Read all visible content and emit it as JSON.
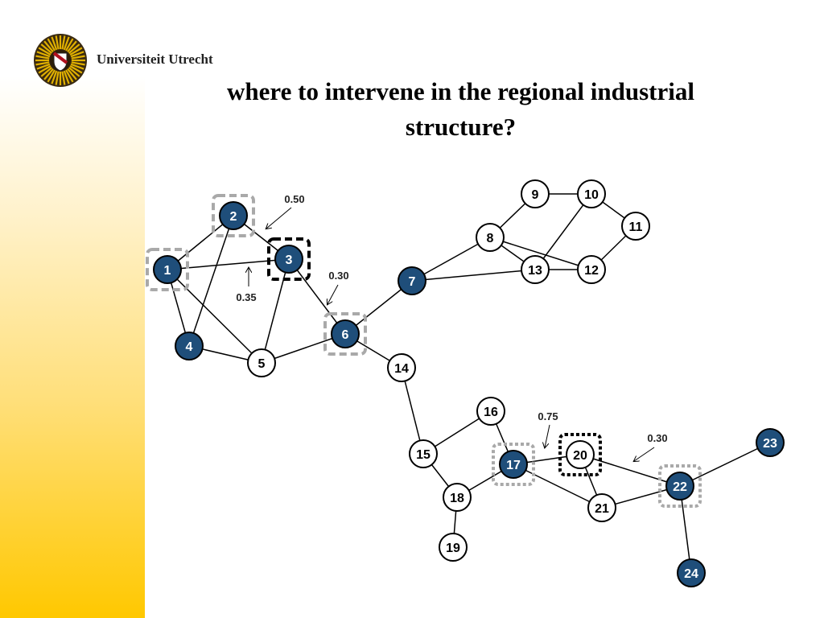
{
  "header": {
    "university_name": "Universiteit Utrecht",
    "title_line1": "where to intervene in the regional industrial",
    "title_line2": "structure?"
  },
  "colors": {
    "filled_node": "#1f4e7a",
    "node_outline": "#000000",
    "gray_box": "#a9a9a9",
    "black_box": "#000000",
    "logo_gold": "#e0b000",
    "logo_red": "#b0101e"
  },
  "diagram": {
    "nodes": [
      {
        "id": "1",
        "filled": true
      },
      {
        "id": "2",
        "filled": true
      },
      {
        "id": "3",
        "filled": true
      },
      {
        "id": "4",
        "filled": true
      },
      {
        "id": "5",
        "filled": false
      },
      {
        "id": "6",
        "filled": true
      },
      {
        "id": "7",
        "filled": true
      },
      {
        "id": "8",
        "filled": false
      },
      {
        "id": "9",
        "filled": false
      },
      {
        "id": "10",
        "filled": false
      },
      {
        "id": "11",
        "filled": false
      },
      {
        "id": "12",
        "filled": false
      },
      {
        "id": "13",
        "filled": false
      },
      {
        "id": "14",
        "filled": false
      },
      {
        "id": "15",
        "filled": false
      },
      {
        "id": "16",
        "filled": false
      },
      {
        "id": "17",
        "filled": true
      },
      {
        "id": "18",
        "filled": false
      },
      {
        "id": "19",
        "filled": false
      },
      {
        "id": "20",
        "filled": false
      },
      {
        "id": "21",
        "filled": false
      },
      {
        "id": "22",
        "filled": true
      },
      {
        "id": "23",
        "filled": true
      },
      {
        "id": "24",
        "filled": true
      }
    ],
    "edges": [
      [
        "1",
        "2"
      ],
      [
        "1",
        "3"
      ],
      [
        "1",
        "4"
      ],
      [
        "1",
        "5"
      ],
      [
        "2",
        "3"
      ],
      [
        "2",
        "4"
      ],
      [
        "3",
        "5"
      ],
      [
        "3",
        "6"
      ],
      [
        "4",
        "5"
      ],
      [
        "5",
        "6"
      ],
      [
        "6",
        "7"
      ],
      [
        "6",
        "14"
      ],
      [
        "7",
        "8"
      ],
      [
        "7",
        "13"
      ],
      [
        "8",
        "9"
      ],
      [
        "8",
        "13"
      ],
      [
        "8",
        "12"
      ],
      [
        "9",
        "10"
      ],
      [
        "10",
        "11"
      ],
      [
        "10",
        "13"
      ],
      [
        "11",
        "12"
      ],
      [
        "12",
        "13"
      ],
      [
        "14",
        "15"
      ],
      [
        "15",
        "16"
      ],
      [
        "15",
        "18"
      ],
      [
        "16",
        "17"
      ],
      [
        "17",
        "18"
      ],
      [
        "17",
        "20"
      ],
      [
        "17",
        "21"
      ],
      [
        "18",
        "19"
      ],
      [
        "20",
        "21"
      ],
      [
        "20",
        "22"
      ],
      [
        "21",
        "22"
      ],
      [
        "22",
        "23"
      ],
      [
        "22",
        "24"
      ]
    ],
    "highlight_boxes": [
      {
        "node": "1",
        "style": "gray-dashed"
      },
      {
        "node": "2",
        "style": "gray-dashed"
      },
      {
        "node": "3",
        "style": "black-dashed"
      },
      {
        "node": "6",
        "style": "gray-dashed"
      },
      {
        "node": "17",
        "style": "gray-dotted"
      },
      {
        "node": "20",
        "style": "black-dotted"
      },
      {
        "node": "22",
        "style": "gray-dotted"
      }
    ],
    "annotations": [
      {
        "label": "0.50"
      },
      {
        "label": "0.35"
      },
      {
        "label": "0.30"
      },
      {
        "label": "0.75"
      },
      {
        "label": "0.30"
      }
    ]
  }
}
